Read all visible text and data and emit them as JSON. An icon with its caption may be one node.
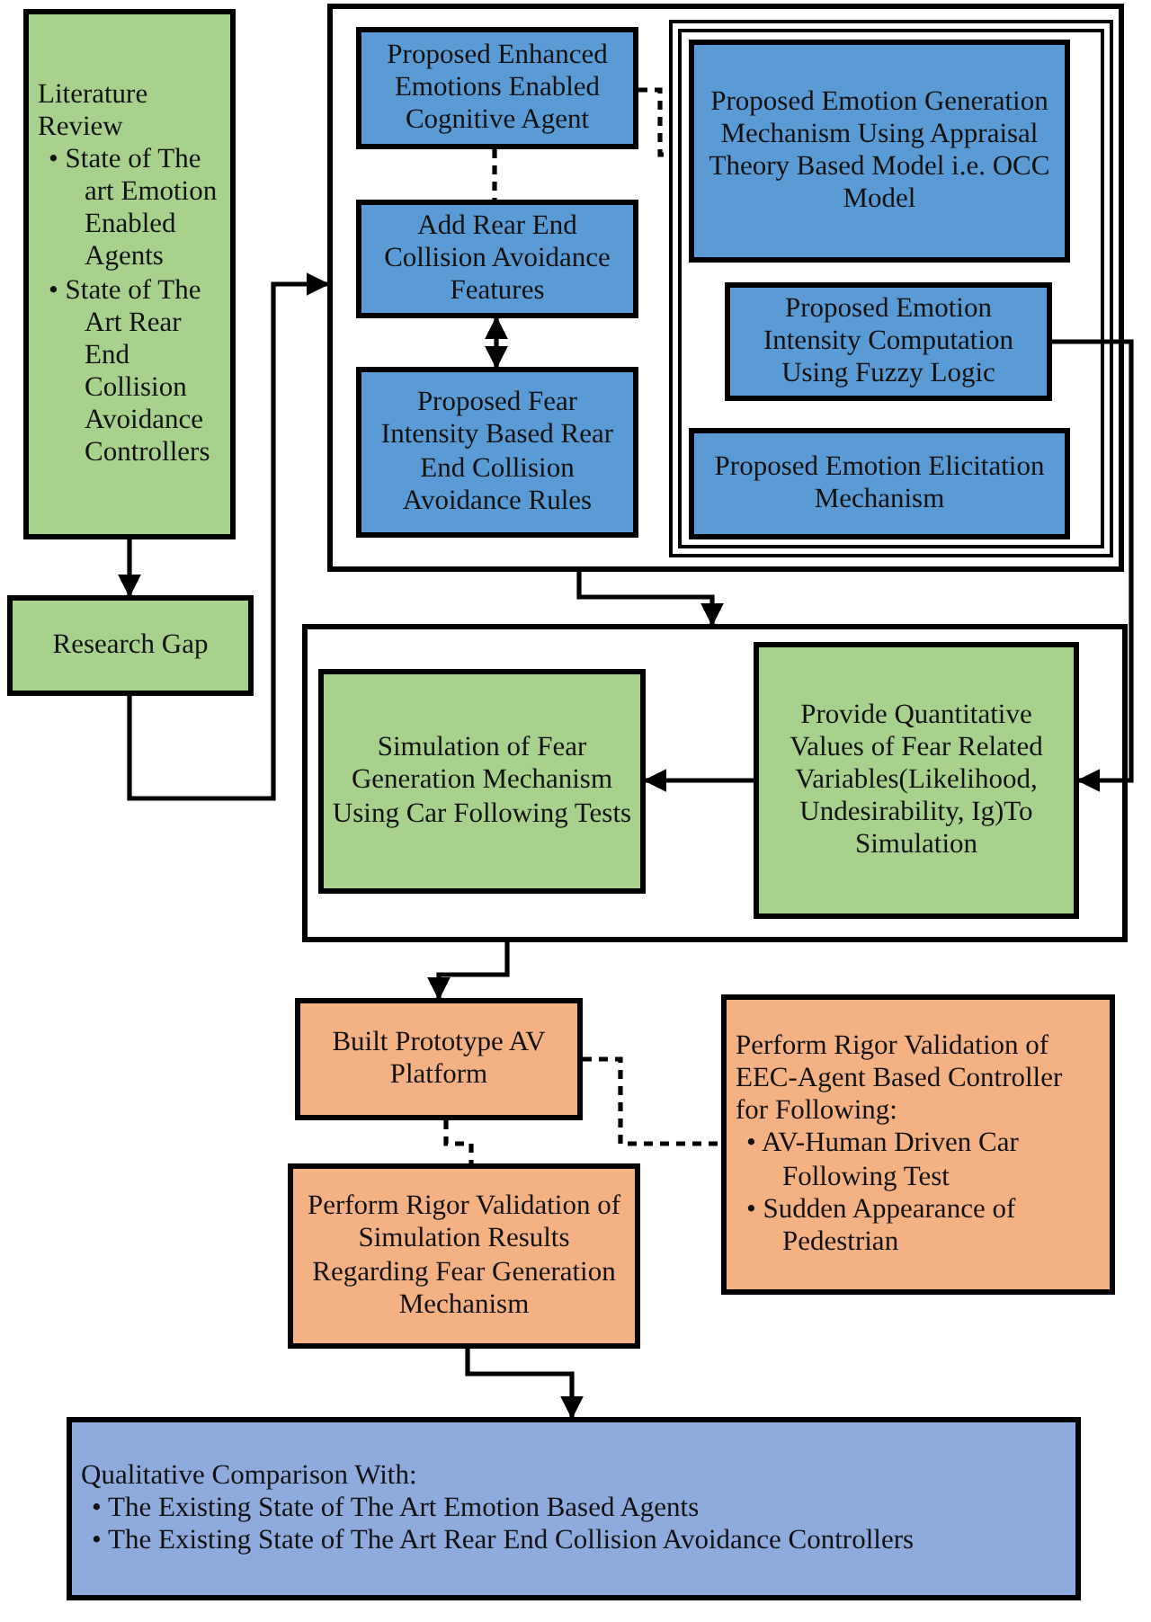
{
  "diagram": {
    "nodes": [
      {
        "text": [
          "Literature Review",
          "• State of The art Emotion Enabled Agents",
          "• State of The Art Rear End Collision Avoidance Controllers"
        ]
      },
      {
        "text": [
          "Research Gap"
        ]
      },
      {
        "text": [],
        "shape": "box"
      },
      {
        "text": [
          "Proposed Enhanced Emotions Enabled Cognitive Agent"
        ],
        "in": 2
      },
      {
        "text": [
          "Add Rear End Collision Avoidance Features"
        ],
        "in": 2
      },
      {
        "text": [
          "Proposed Fear Intensity Based Rear End Collision Avoidance Rules"
        ],
        "in": 2
      },
      {
        "text": [],
        "shape": "box",
        "in": 2
      },
      {
        "text": [
          "Proposed Emotion Generation Mechanism Using Appraisal Theory Based Model i.e. OCC Model"
        ],
        "in": 6
      },
      {
        "text": [
          "Proposed Emotion Intensity Computation Using Fuzzy Logic"
        ],
        "in": 6
      },
      {
        "text": [
          "Proposed Emotion Elicitation Mechanism"
        ],
        "in": 6
      },
      {
        "text": [],
        "shape": "box"
      },
      {
        "text": [
          "Simulation of Fear Generation Mechanism Using Car Following Tests"
        ],
        "in": 10
      },
      {
        "text": [
          "Provide Quantitative Values of Fear Related Variables(Likelihood, Undesirability, Ig)To Simulation"
        ],
        "in": 10
      },
      {
        "text": [
          "Built Prototype AV Platform"
        ]
      },
      {
        "text": [
          "Perform Rigor Validation of Simulation Results Regarding Fear Generation Mechanism"
        ]
      },
      {
        "text": [
          "Perform Rigor Validation of EEC-Agent Based Controller for Following:",
          "• AV-Human Driven Car Following Test",
          "• Sudden Appearance of Pedestrian"
        ]
      },
      {
        "text": [
          "Qualitative Comparison With:",
          "• The Existing State of  The Art Emotion Based Agents",
          "• The Existing State of  The Art Rear End Collision Avoidance Controllers"
        ]
      }
    ],
    "edges": [
      {
        "from": 0,
        "to": 1,
        "arrow": "to"
      },
      {
        "from": 1,
        "to": 2,
        "arrow": "to"
      },
      {
        "from": 3,
        "to": 4,
        "arrow": "none",
        "style": "dashed"
      },
      {
        "from": 3,
        "to": 6,
        "arrow": "none",
        "style": "dashed"
      },
      {
        "from": 4,
        "to": 5,
        "arrow": "both"
      },
      {
        "from": 2,
        "to": 10,
        "arrow": "to"
      },
      {
        "from": 8,
        "to": 12,
        "arrow": "to"
      },
      {
        "from": 12,
        "to": 11,
        "arrow": "to"
      },
      {
        "from": 10,
        "to": 13,
        "arrow": "to"
      },
      {
        "from": 13,
        "to": 14,
        "arrow": "none",
        "style": "dashed"
      },
      {
        "from": 13,
        "to": 15,
        "arrow": "none",
        "style": "dashed"
      },
      {
        "from": 14,
        "to": 16,
        "arrow": "to"
      }
    ]
  }
}
